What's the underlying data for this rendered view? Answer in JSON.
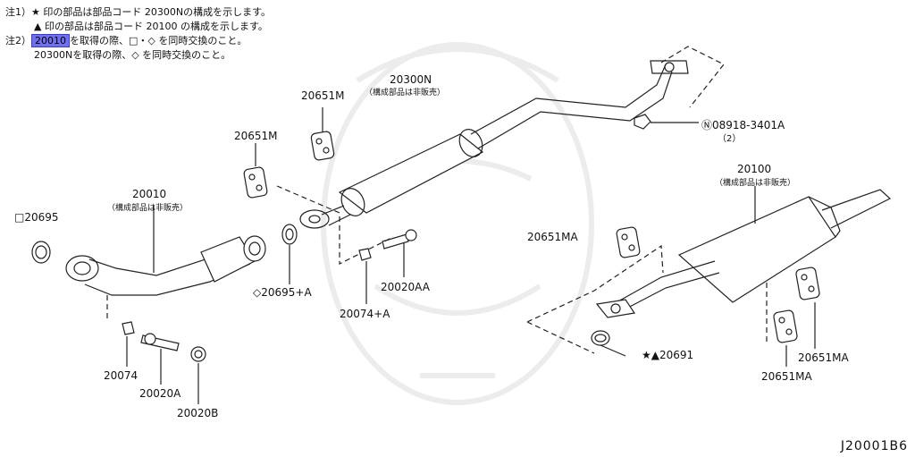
{
  "notes": {
    "note1_prefix": "注1）",
    "note1_line1": "★ 印の部品は部品コード 20300Nの構成を示します。",
    "note1_line2": "▲ 印の部品は部品コード 20100 の構成を示します。",
    "note2_prefix": "注2）",
    "note2_code": "20010",
    "note2_line1": "を取得の際、□・◇ を同時交換のこと。",
    "note2_line2": "20300Nを取得の際、◇ を同時交換のこと。"
  },
  "parts": {
    "p20300N": "20300N",
    "p20300N_sub": "（構成部品は非販売）",
    "p20651M_a": "20651M",
    "p20651M_b": "20651M",
    "p20010": "20010",
    "p20010_sub": "（構成部品は非販売）",
    "p20695": "□20695",
    "p20695A": "◇20695+A",
    "p20074A": "20074+A",
    "p20020AA": "20020AA",
    "p20074": "20074",
    "p20020A": "20020A",
    "p20020B": "20020B",
    "p08918": "Ⓝ08918-3401A",
    "p08918_qty": "（2）",
    "p20100": "20100",
    "p20100_sub": "（構成部品は非販売）",
    "p20651MA_a": "20651MA",
    "p20651MA_b": "20651MA",
    "p20651MA_c": "20651MA",
    "p20691": "★▲20691"
  },
  "figure_id": "J20001B6",
  "colors": {
    "line": "#222222",
    "highlight": "#6f6ff0",
    "watermark": "#ececec"
  }
}
